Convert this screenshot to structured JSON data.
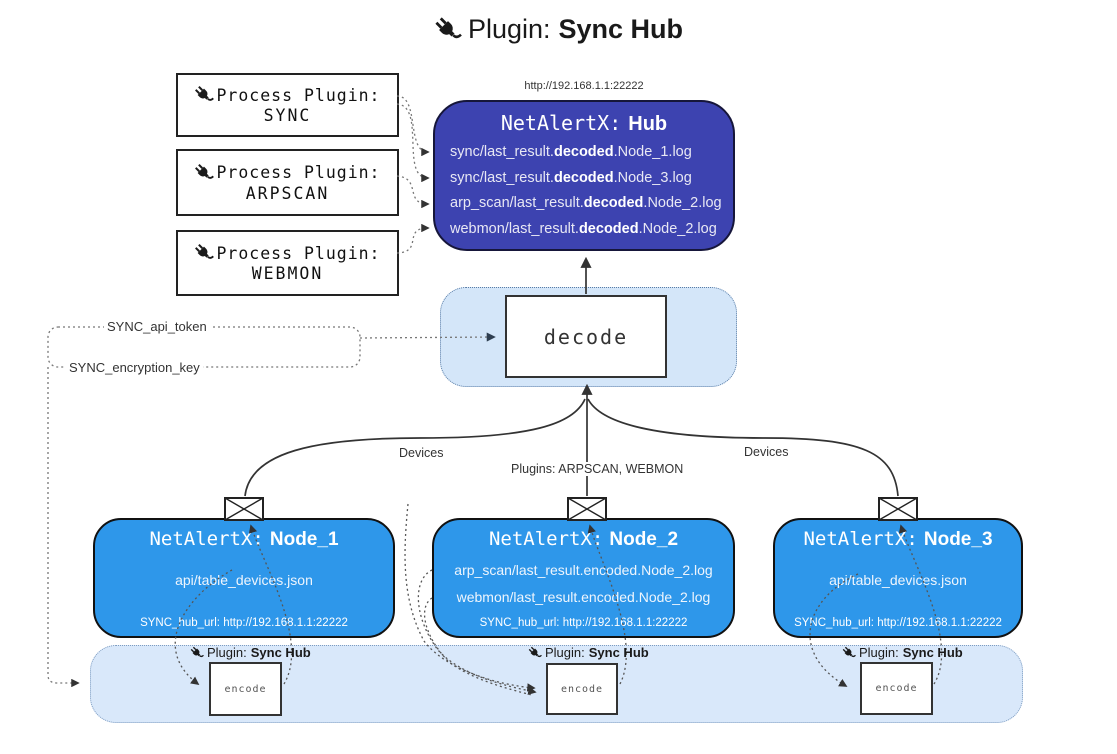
{
  "title": {
    "prefix": "Plugin:",
    "name": "Sync Hub"
  },
  "process_plugins": [
    {
      "label": "Process Plugin:",
      "name": "SYNC"
    },
    {
      "label": "Process Plugin:",
      "name": "ARPSCAN"
    },
    {
      "label": "Process Plugin:",
      "name": "WEBMON"
    }
  ],
  "hub": {
    "url": "http://192.168.1.1:22222",
    "title_prefix": "NetAlertX:",
    "title_name": "Hub",
    "items": [
      {
        "pre": "sync/last_result.",
        "bold": "decoded",
        "post": ".Node_1.log"
      },
      {
        "pre": "sync/last_result.",
        "bold": "decoded",
        "post": ".Node_3.log"
      },
      {
        "pre": "arp_scan/last_result.",
        "bold": "decoded",
        "post": ".Node_2.log"
      },
      {
        "pre": "webmon/last_result.",
        "bold": "decoded",
        "post": ".Node_2.log"
      }
    ]
  },
  "decode": {
    "label": "decode"
  },
  "config": {
    "api_token": "SYNC_api_token",
    "encryption_key": "SYNC_encryption_key"
  },
  "edge_labels": {
    "devices_left": "Devices",
    "plugins_center": "Plugins: ARPSCAN, WEBMON",
    "devices_right": "Devices"
  },
  "nodes": [
    {
      "title_prefix": "NetAlertX:",
      "title_name": "Node_1",
      "items": [
        "api/table_devices.json"
      ],
      "footer": "SYNC_hub_url: http://192.168.1.1:22222"
    },
    {
      "title_prefix": "NetAlertX:",
      "title_name": "Node_2",
      "items": [
        "arp_scan/last_result.encoded.Node_2.log",
        "webmon/last_result.encoded.Node_2.log"
      ],
      "footer": "SYNC_hub_url: http://192.168.1.1:22222"
    },
    {
      "title_prefix": "NetAlertX:",
      "title_name": "Node_3",
      "items": [
        "api/table_devices.json"
      ],
      "footer": "SYNC_hub_url: http://192.168.1.1:22222"
    }
  ],
  "band": {
    "plugin_prefix": "Plugin:",
    "plugin_name": "Sync Hub",
    "encode_label": "encode"
  },
  "colors": {
    "hub_fill": "#3d43b0",
    "node_fill": "#2e97ea",
    "band_fill": "#d9e8fa",
    "decode_area_fill": "#d4e6f9",
    "line": "#333333",
    "text_light": "#ffffff"
  }
}
